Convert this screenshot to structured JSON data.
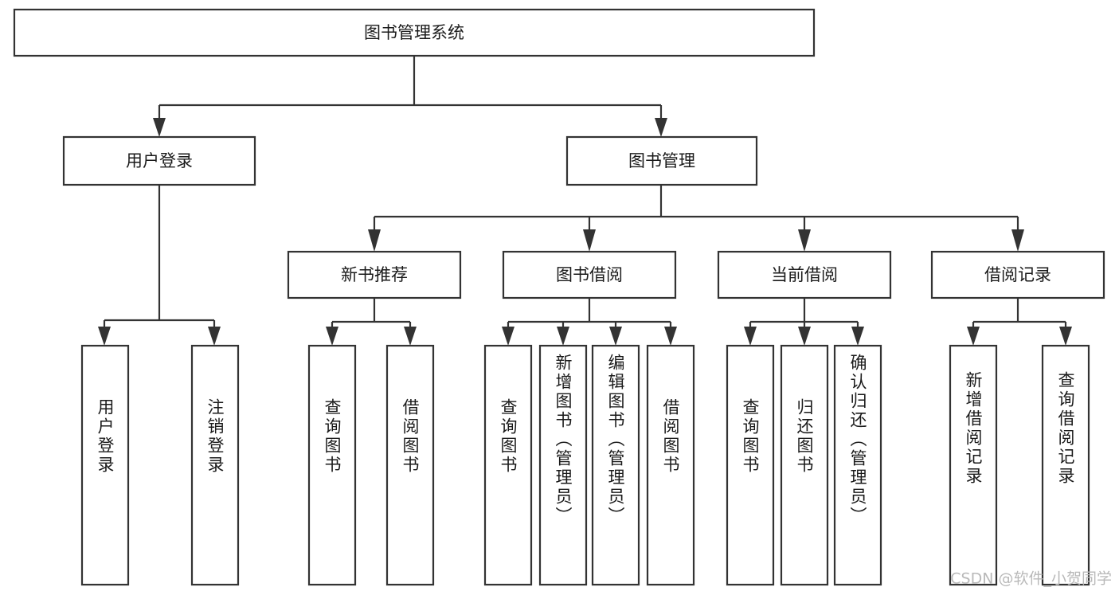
{
  "diagram": {
    "type": "hierarchy-tree",
    "title": "图书管理系统",
    "watermark": "CSDN @软件_小贺同学",
    "colors": {
      "stroke": "#333333",
      "box_fill": "#ffffff",
      "background": "#ffffff",
      "text": "#1a1a1a",
      "watermark": "#b9b9b9"
    },
    "root": {
      "label": "图书管理系统"
    },
    "level2": [
      {
        "label": "用户登录"
      },
      {
        "label": "图书管理"
      }
    ],
    "level3": [
      {
        "label": "新书推荐"
      },
      {
        "label": "图书借阅"
      },
      {
        "label": "当前借阅"
      },
      {
        "label": "借阅记录"
      }
    ],
    "leaves": {
      "user_login": [
        {
          "label": "用户登录"
        },
        {
          "label": "注销登录"
        }
      ],
      "new_book_recommend": [
        {
          "label": "查询图书"
        },
        {
          "label": "借阅图书"
        }
      ],
      "book_borrow": [
        {
          "label": "查询图书"
        },
        {
          "label": "新增图书（管理员）"
        },
        {
          "label": "编辑图书（管理员）"
        },
        {
          "label": "借阅图书"
        }
      ],
      "current_borrow": [
        {
          "label": "查询图书"
        },
        {
          "label": "归还图书"
        },
        {
          "label": "确认归还（管理员）"
        }
      ],
      "borrow_record": [
        {
          "label": "新增借阅记录"
        },
        {
          "label": "查询借阅记录"
        }
      ]
    }
  }
}
